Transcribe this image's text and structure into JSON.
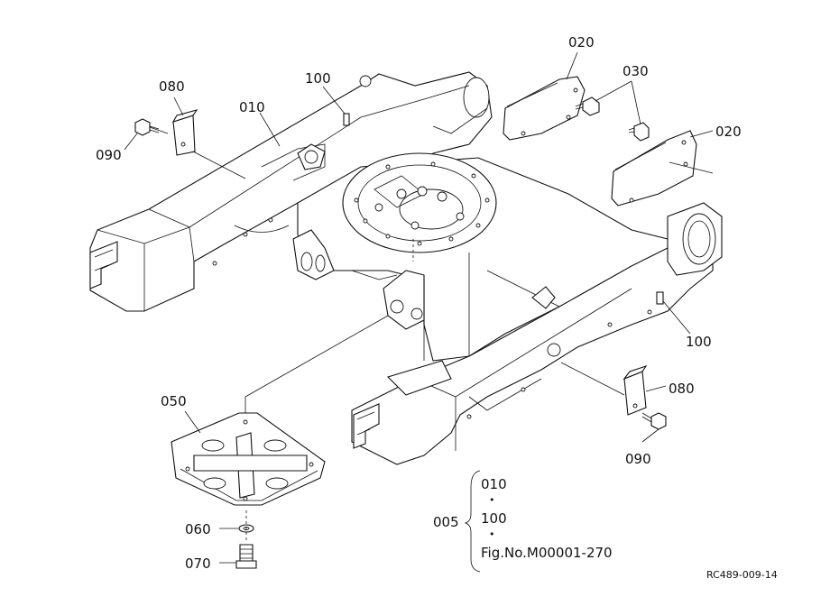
{
  "callouts": {
    "c010": "010",
    "c020_top": "020",
    "c020_right": "020",
    "c030": "030",
    "c050": "050",
    "c060": "060",
    "c070": "070",
    "c080_left": "080",
    "c080_right": "080",
    "c090_left": "090",
    "c090_right": "090",
    "c100_top": "100",
    "c100_right": "100"
  },
  "set_group": {
    "label": "005",
    "line1": "010",
    "line2": "100",
    "line3": "Fig.No.M00001-270",
    "dot1": "•",
    "dot2": "•"
  },
  "drawing_code": "RC489-009-14"
}
